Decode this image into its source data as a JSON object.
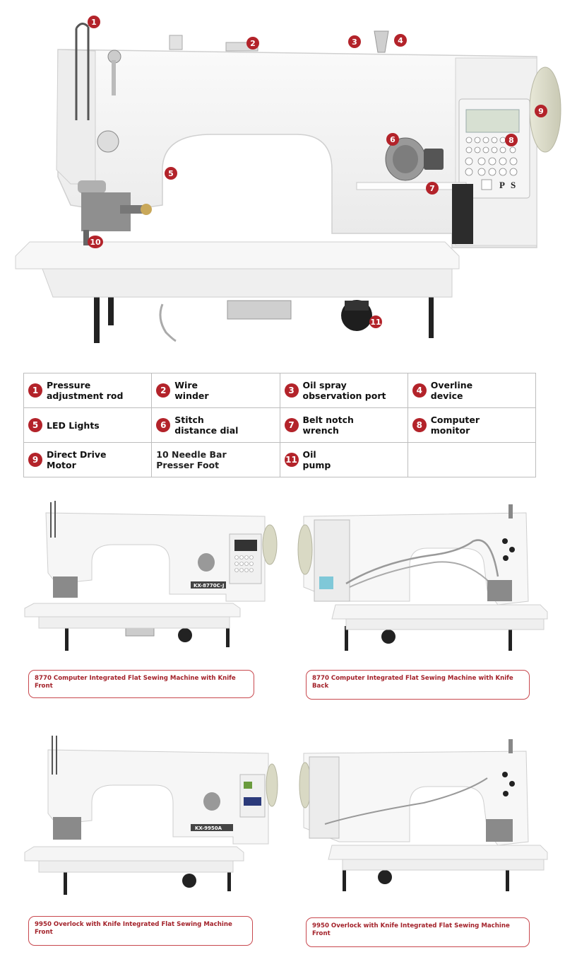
{
  "callouts": [
    "1",
    "2",
    "3",
    "4",
    "5",
    "6",
    "7",
    "8",
    "9",
    "10",
    "11"
  ],
  "machine": {
    "panel_keys": [
      "P",
      "S"
    ],
    "front_model_a": "KX-8770C-J",
    "front_model_b": "KX-9950A"
  },
  "legend": [
    {
      "num": "1",
      "lines": [
        "Pressure",
        "adjustment rod"
      ]
    },
    {
      "num": "2",
      "lines": [
        "Wire",
        "winder"
      ]
    },
    {
      "num": "3",
      "lines": [
        "Oil spray",
        "observation port"
      ]
    },
    {
      "num": "4",
      "lines": [
        "Overline",
        "device"
      ]
    },
    {
      "num": "5",
      "lines": [
        "LED Lights"
      ]
    },
    {
      "num": "6",
      "lines": [
        "Stitch",
        "distance dial"
      ]
    },
    {
      "num": "7",
      "lines": [
        "Belt notch",
        "wrench"
      ]
    },
    {
      "num": "8",
      "lines": [
        "Computer",
        "monitor"
      ]
    },
    {
      "num": "9",
      "lines": [
        "Direct Drive",
        "Motor"
      ]
    },
    {
      "num": "10",
      "lines": [
        "10 Needle Bar",
        "Presser Foot"
      ]
    },
    {
      "num": "11",
      "lines": [
        "Oil",
        "pump"
      ]
    }
  ],
  "captions": [
    {
      "lines": [
        "8770 Computer Integrated Flat Sewing Machine with Knife",
        "Front"
      ]
    },
    {
      "lines": [
        "8770 Computer Integrated Flat Sewing Machine with Knife",
        "Back"
      ]
    },
    {
      "lines": [
        "9950 Overlock with Knife Integrated Flat Sewing Machine",
        "Front"
      ]
    },
    {
      "lines": [
        "9950 Overlock with Knife Integrated Flat Sewing Machine",
        "Front"
      ]
    }
  ],
  "colors": {
    "accent": "#b3232a",
    "caption_border": "#c8484e",
    "machine_body": "#f4f4f4",
    "outline": "#d6d6d6"
  }
}
